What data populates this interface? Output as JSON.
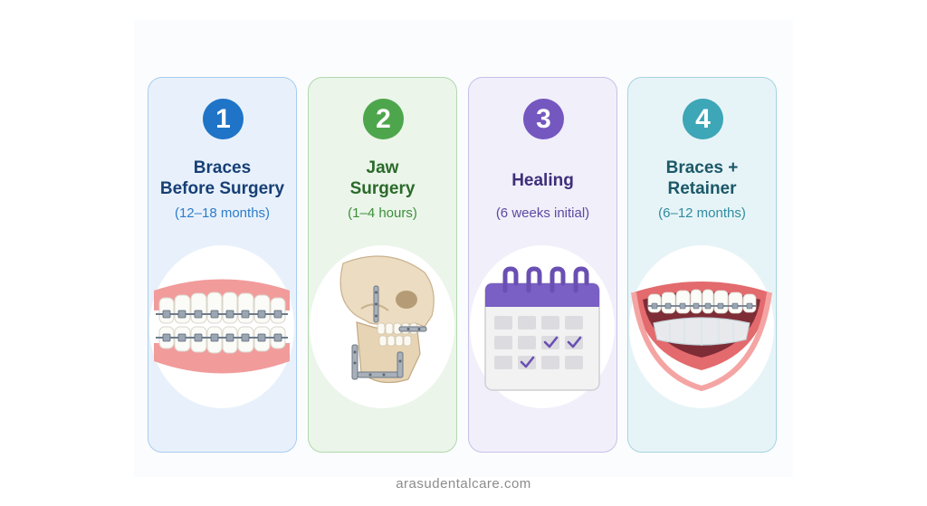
{
  "steps": [
    {
      "number": "1",
      "title_line1": "Braces",
      "title_line2": "Before Surgery",
      "duration": "(12–18 months)",
      "icon": "braces-teeth-icon"
    },
    {
      "number": "2",
      "title_line1": "Jaw",
      "title_line2": "Surgery",
      "duration": "(1–4 hours)",
      "icon": "jaw-skull-icon"
    },
    {
      "number": "3",
      "title_line1": "Healing",
      "title_line2": "",
      "duration": "(6 weeks initial)",
      "icon": "calendar-icon"
    },
    {
      "number": "4",
      "title_line1": "Braces +",
      "title_line2": "Retainer",
      "duration": "(6–12 months)",
      "icon": "smile-retainer-icon"
    }
  ],
  "footer": {
    "website": "arasudentalcare.com"
  },
  "colors": {
    "step1": "#1f74c7",
    "step2": "#4ea64c",
    "step3": "#7557c0",
    "step4": "#3da6b7"
  }
}
